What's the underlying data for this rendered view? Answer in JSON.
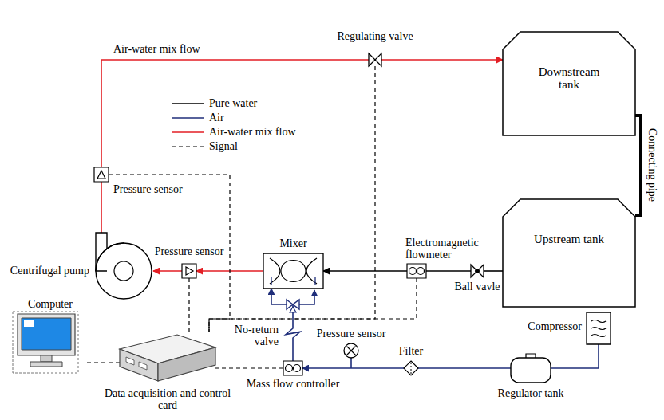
{
  "diagram": {
    "nodes": [
      {
        "text": [
          "Downstream tank"
        ]
      },
      {
        "text": [
          "Upstream tank"
        ]
      },
      {
        "text": [
          "Regulating valve"
        ]
      },
      {
        "text": [
          "Pressure sensor"
        ]
      },
      {
        "text": [
          "Centrifugal pump"
        ]
      },
      {
        "text": [
          "Pressure sensor"
        ]
      },
      {
        "text": [
          "Mixer"
        ]
      },
      {
        "text": [
          "Electromagnetic flowmeter"
        ]
      },
      {
        "text": [
          "Ball vavle"
        ]
      },
      {
        "text": [
          "No-return valve"
        ]
      },
      {
        "text": [
          "Mass flow controller"
        ]
      },
      {
        "text": [
          "Pressure sensor"
        ]
      },
      {
        "text": [
          "Filter"
        ]
      },
      {
        "text": [
          "Regulator tank"
        ]
      },
      {
        "text": [
          "Compressor"
        ]
      },
      {
        "text": [
          "Computer"
        ]
      },
      {
        "text": [
          "Data acquisition and control card"
        ]
      }
    ],
    "edges": [
      {
        "from": 1,
        "to": 8,
        "arrow": "none"
      },
      {
        "from": 8,
        "to": 7,
        "arrow": "none"
      },
      {
        "from": 7,
        "to": 6,
        "arrow": "to"
      },
      {
        "from": 6,
        "to": 5,
        "arrow": "to"
      },
      {
        "from": 5,
        "to": 4,
        "arrow": "to"
      },
      {
        "from": 4,
        "to": 3,
        "arrow": "none"
      },
      {
        "from": 3,
        "to": 2,
        "arrow": "none",
        "label": "Air-water mix flow"
      },
      {
        "from": 2,
        "to": 0,
        "arrow": "to"
      },
      {
        "from": 0,
        "to": 1,
        "arrow": "none",
        "label": "Connecting pipe"
      },
      {
        "from": 14,
        "to": 13,
        "arrow": "none"
      },
      {
        "from": 13,
        "to": 12,
        "arrow": "none"
      },
      {
        "from": 12,
        "to": 10,
        "arrow": "to"
      },
      {
        "from": 10,
        "to": 9,
        "arrow": "none"
      },
      {
        "from": 9,
        "to": 6,
        "arrow": "to"
      },
      {
        "from": 3,
        "to": 16,
        "arrow": "none"
      },
      {
        "from": 5,
        "to": 16,
        "arrow": "none"
      },
      {
        "from": 7,
        "to": 16,
        "arrow": "none"
      },
      {
        "from": 2,
        "to": 16,
        "arrow": "none"
      },
      {
        "from": 10,
        "to": 16,
        "arrow": "none"
      },
      {
        "from": 16,
        "to": 15,
        "arrow": "none"
      }
    ],
    "legend": [
      {
        "text": "Pure water"
      },
      {
        "text": "Air"
      },
      {
        "text": "Air-water mix flow"
      },
      {
        "text": "Signal"
      }
    ]
  }
}
